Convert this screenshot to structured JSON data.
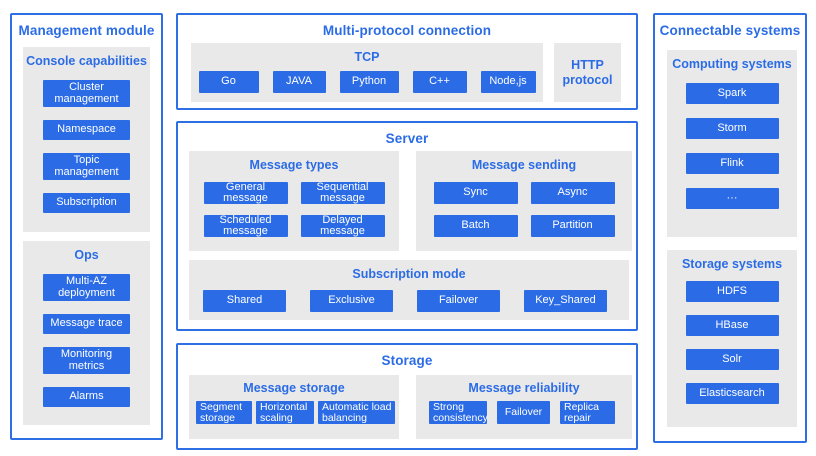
{
  "colors": {
    "accent_blue": "#2b6ce6",
    "border_blue": "#2f6fe6",
    "panel_gray": "#e9e9e9",
    "button_text": "#ffffff"
  },
  "management": {
    "title": "Management module",
    "sections": [
      {
        "title": "Console capabilities",
        "items": [
          "Cluster management",
          "Namespace",
          "Topic management",
          "Subscription"
        ]
      },
      {
        "title": "Ops",
        "items": [
          "Multi-AZ deployment",
          "Message trace",
          "Monitoring metrics",
          "Alarms"
        ]
      }
    ]
  },
  "multi_protocol": {
    "title": "Multi-protocol connection",
    "tcp": {
      "title": "TCP",
      "items": [
        "Go",
        "JAVA",
        "Python",
        "C++",
        "Node,js"
      ]
    },
    "http": {
      "title": "HTTP protocol"
    }
  },
  "server": {
    "title": "Server",
    "message_types": {
      "title": "Message types",
      "items": [
        "General message",
        "Sequential message",
        "Scheduled message",
        "Delayed message"
      ]
    },
    "message_sending": {
      "title": "Message sending",
      "items": [
        "Sync",
        "Async",
        "Batch",
        "Partition"
      ]
    },
    "subscription_mode": {
      "title": "Subscription mode",
      "items": [
        "Shared",
        "Exclusive",
        "Failover",
        "Key_Shared"
      ]
    }
  },
  "storage": {
    "title": "Storage",
    "message_storage": {
      "title": "Message storage",
      "items": [
        "Segment storage",
        "Horizontal scaling",
        "Automatic load balancing"
      ]
    },
    "message_reliability": {
      "title": "Message reliability",
      "items": [
        "Strong consistency",
        "Failover",
        "Replica repair"
      ]
    }
  },
  "connectable": {
    "title": "Connectable systems",
    "sections": [
      {
        "title": "Computing systems",
        "items": [
          "Spark",
          "Storm",
          "Flink",
          "···"
        ]
      },
      {
        "title": "Storage systems",
        "items": [
          "HDFS",
          "HBase",
          "Solr",
          "Elasticsearch"
        ]
      }
    ]
  }
}
